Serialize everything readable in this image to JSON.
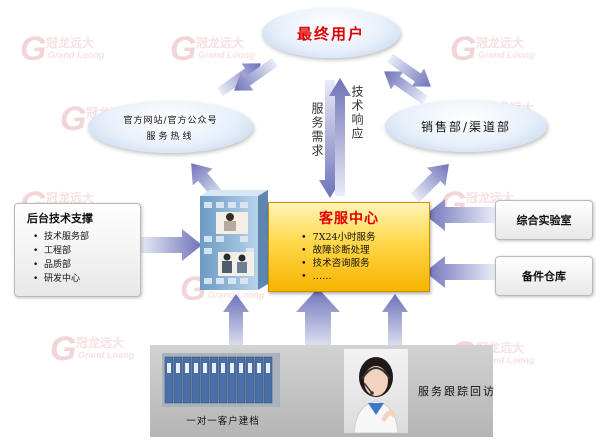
{
  "watermark": {
    "name": "冠龙远大",
    "sub": "Grand Loong"
  },
  "end_user": "最终用户",
  "website_hotline": {
    "line1": "官方网站/官方公众号",
    "line2": "服务热线"
  },
  "sales": "销售部/渠道部",
  "service_demand": "服务需求",
  "tech_response": "技术响应",
  "backend": {
    "title": "后台技术支撑",
    "items": [
      "技术服务部",
      "工程部",
      "品质部",
      "研发中心"
    ]
  },
  "service_center": {
    "title": "客服中心",
    "items": [
      "7X24小时服务",
      "故障诊断处理",
      "技术咨询服务",
      "……"
    ]
  },
  "lab": "综合实验室",
  "warehouse": "备件仓库",
  "archive": "一对一客户建档",
  "followup": "服务跟踪回访"
}
